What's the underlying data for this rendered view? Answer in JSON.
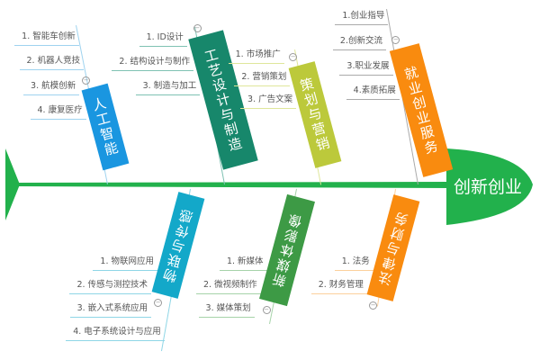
{
  "center": {
    "label": "创新创业",
    "color": "#22b14c"
  },
  "categories": [
    {
      "label": "人工智能",
      "color": "#1a96e0",
      "line": "#9fd3ef",
      "items": [
        "1. 智能车创新",
        "2. 机器人竞技",
        "3. 航模创新",
        "4. 康复医疗"
      ]
    },
    {
      "label": "工艺设计与制造",
      "color": "#17876b",
      "line": "#7fc2b3",
      "items": [
        "1. ID设计",
        "2. 结构设计与制作",
        "3. 制造与加工"
      ]
    },
    {
      "label": "策划与营销",
      "color": "#bcc93b",
      "line": "#dfe69b",
      "items": [
        "1. 市场推广",
        "2. 营销策划",
        "3. 广告文案"
      ]
    },
    {
      "label": "就业创业服务",
      "color": "#f98b0f",
      "line": "#aaaaaa",
      "items": [
        "1.创业指导",
        "2.创新交流",
        "3.职业发展",
        "4.素质拓展"
      ]
    },
    {
      "label": "物联与传感",
      "color": "#13a8c9",
      "line": "#8fd6e6",
      "items": [
        "1. 物联网应用",
        "2. 传感与测控技术",
        "3. 嵌入式系统应用",
        "4. 电子系统设计与应用"
      ]
    },
    {
      "label": "新媒体影像",
      "color": "#3d9a45",
      "line": "#a6d3a9",
      "items": [
        "1. 新媒体",
        "2. 微视频制作",
        "3. 媒体策划"
      ]
    },
    {
      "label": "法律与财务",
      "color": "#f98b0f",
      "line": "#fcd09c",
      "items": [
        "1. 法务",
        "2. 财务管理"
      ]
    }
  ]
}
